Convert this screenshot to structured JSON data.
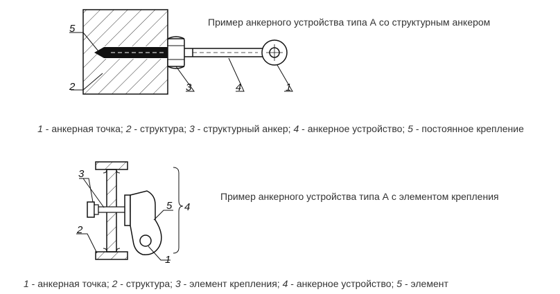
{
  "figure_a": {
    "title": "Пример анкерного устройства типа А со структурным анкером",
    "callouts": {
      "c1": "1",
      "c2": "2",
      "c3": "3",
      "c4": "4",
      "c5": "5"
    },
    "legend": [
      {
        "num": "1",
        "text": " - анкерная точка; "
      },
      {
        "num": "2",
        "text": " - структура; "
      },
      {
        "num": "3",
        "text": " - структурный анкер; "
      },
      {
        "num": "4",
        "text": " - анкерное устройство; "
      },
      {
        "num": "5",
        "text": " - постоянное крепление"
      }
    ]
  },
  "figure_b": {
    "title": "Пример анкерного устройства типа А с элементом крепления",
    "callouts": {
      "c1": "1",
      "c2": "2",
      "c3": "3",
      "c4": "4",
      "c5": "5"
    },
    "legend": [
      {
        "num": "1",
        "text": " - анкерная точка; "
      },
      {
        "num": "2",
        "text": " - структура; "
      },
      {
        "num": "3",
        "text": " - элемент крепления; "
      },
      {
        "num": "4",
        "text": " - анкерное устройство; "
      },
      {
        "num": "5",
        "text": " - элемент"
      }
    ]
  }
}
